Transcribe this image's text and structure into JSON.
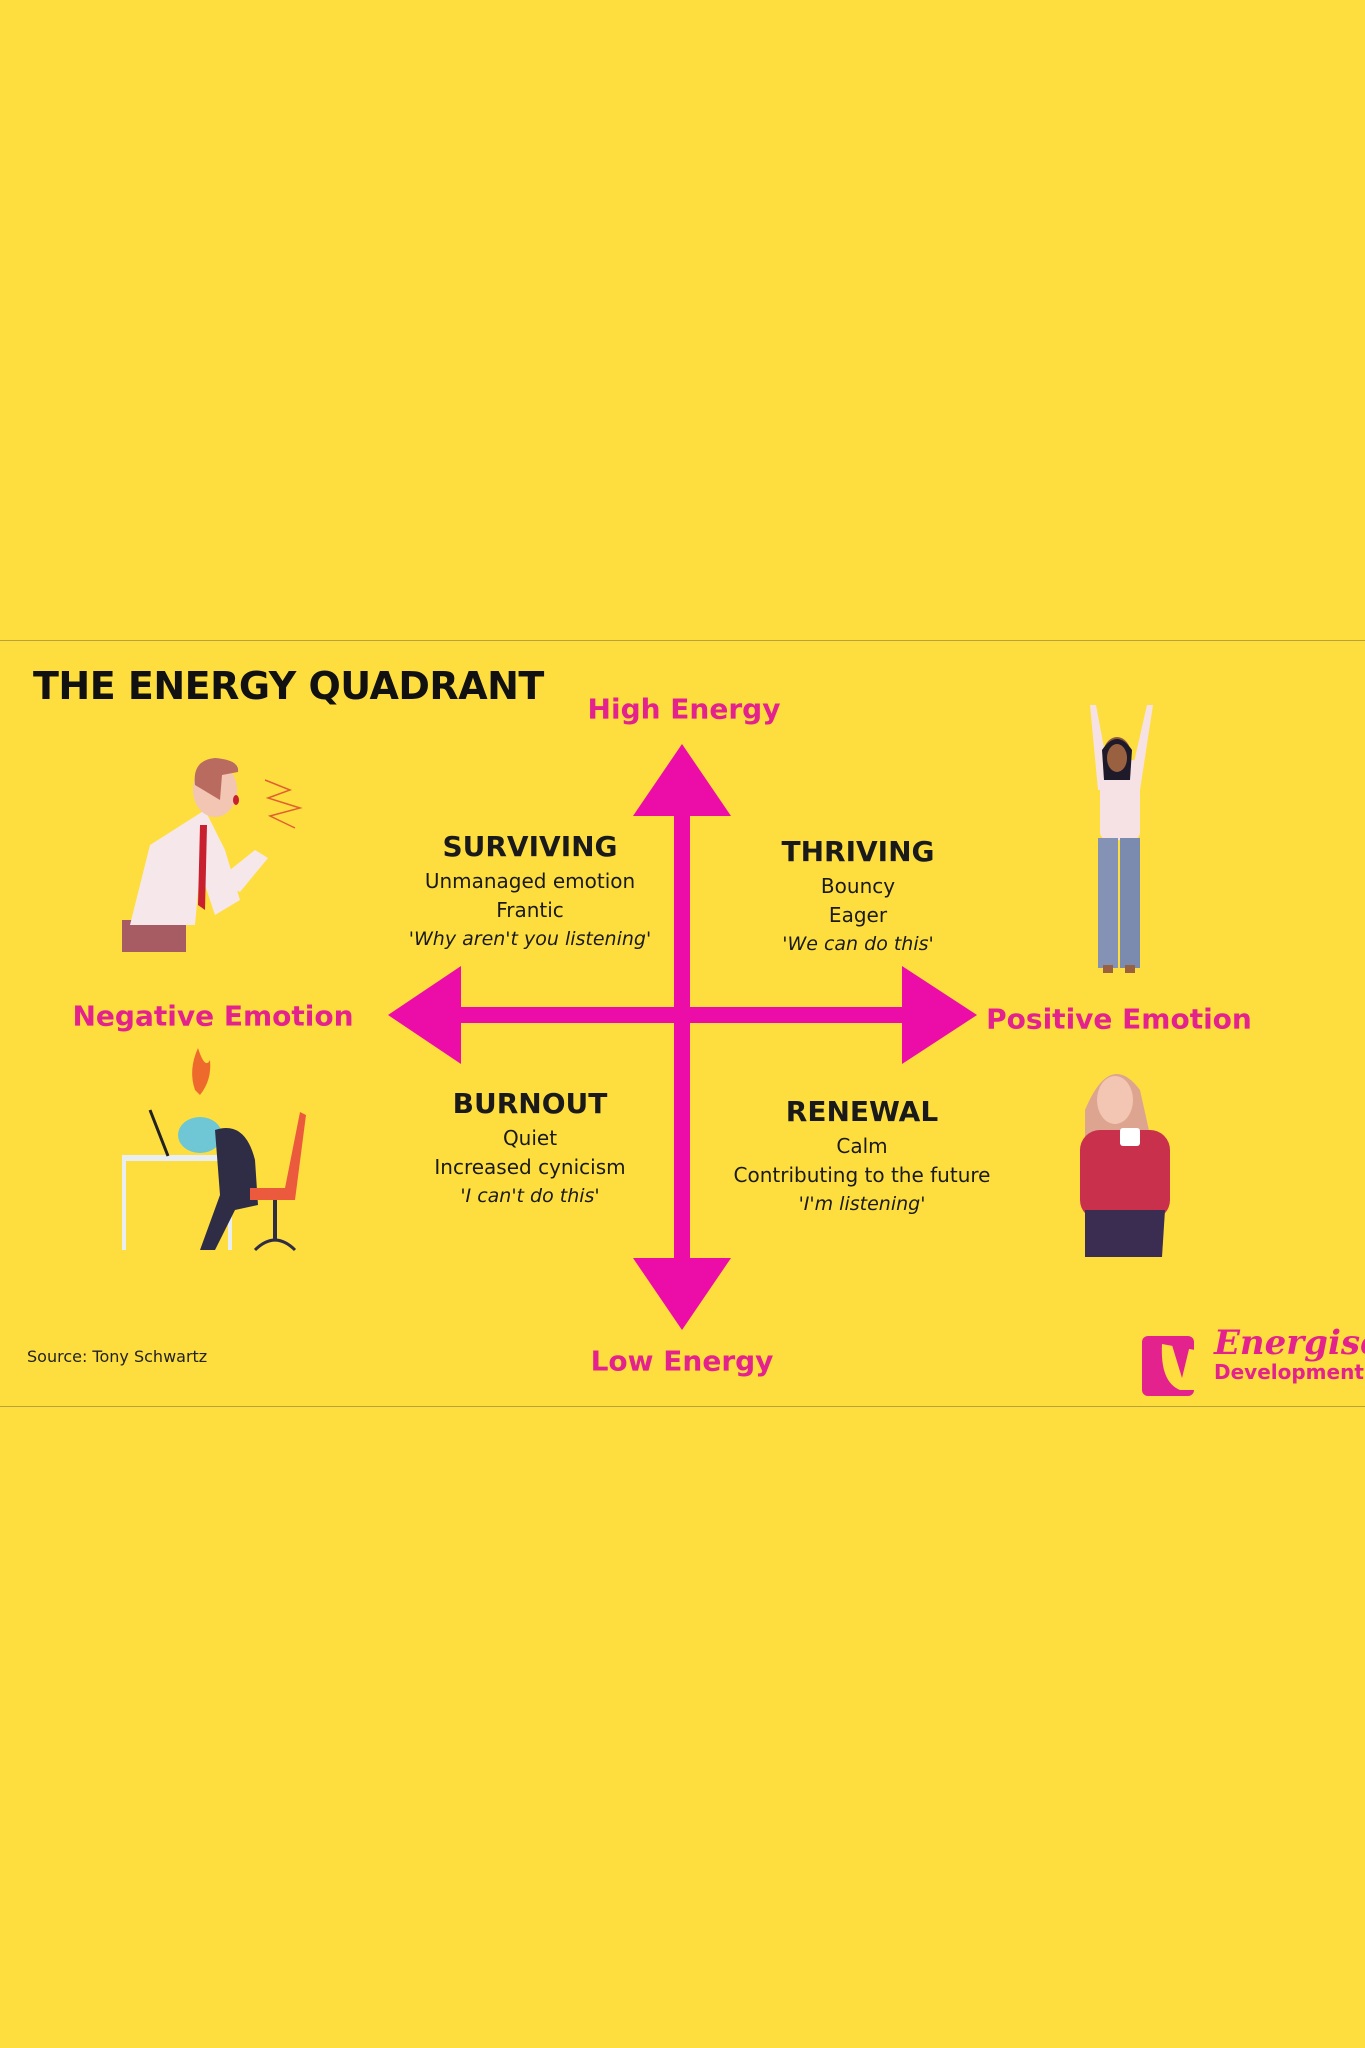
{
  "title": "THE ENERGY QUADRANT",
  "axes": {
    "top": "High Energy",
    "bottom": "Low Energy",
    "left": "Negative Emotion",
    "right": "Positive Emotion"
  },
  "quadrants": {
    "surviving": {
      "heading": "SURVIVING",
      "lines": [
        "Unmanaged emotion",
        "Frantic"
      ],
      "quote": "'Why aren't you listening'"
    },
    "thriving": {
      "heading": "THRIVING",
      "lines": [
        "Bouncy",
        "Eager"
      ],
      "quote": "'We can do this'"
    },
    "burnout": {
      "heading": "BURNOUT",
      "lines": [
        "Quiet",
        "Increased cynicism"
      ],
      "quote": "'I can't do this'"
    },
    "renewal": {
      "heading": "RENEWAL",
      "lines": [
        "Calm",
        "Contributing to the future"
      ],
      "quote": "'I'm listening'"
    }
  },
  "source": "Source: Tony Schwartz",
  "logo": {
    "line1": "Energise",
    "line2": "Development"
  },
  "colors": {
    "background": "#FEDE3F",
    "arrow": "#EC0CA8",
    "accent_text": "#E3228E"
  }
}
